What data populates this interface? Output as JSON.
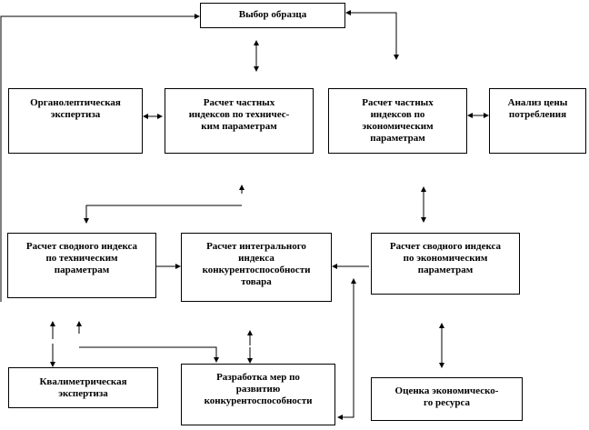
{
  "diagram": {
    "nodes": {
      "sample_choice": "Выбор образца",
      "organoleptic": "Органолептическая\nэкспертиза",
      "partial_tech": "Расчет частных\nиндексов по техничес-\nким параметрам",
      "partial_econ": "Расчет частных\nиндексов по\nэкономическим\nпараметрам",
      "price_analysis": "Анализ цены\nпотребления",
      "summary_tech": "Расчет сводного индекса\nпо техническим\nпараметрам",
      "integral": "Расчет интегрального\nиндекса\nконкурентоспособности\nтовара",
      "summary_econ": "Расчет сводного индекса\nпо экономическим\nпараметрам",
      "qualimetric": "Квалиметрическая\nэкспертиза",
      "measures": "Разработка мер по\nразвитию\nконкурентоспособности",
      "econ_resource": "Оценка экономическо-\nго ресурса"
    }
  }
}
